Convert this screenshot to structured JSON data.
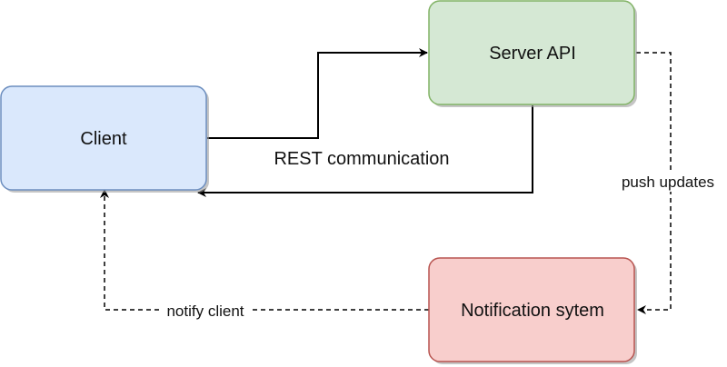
{
  "nodes": {
    "client": {
      "label": "Client",
      "fill": "#dae8fc",
      "stroke": "#6c8ebf"
    },
    "server_api": {
      "label": "Server API",
      "fill": "#d5e8d4",
      "stroke": "#82b366"
    },
    "notification_system": {
      "label": "Notification sytem",
      "fill": "#f8cecc",
      "stroke": "#b85450"
    }
  },
  "edges": {
    "rest": {
      "label": "REST communication",
      "style": "solid"
    },
    "push": {
      "label": "push updates",
      "style": "dashed"
    },
    "notify": {
      "label": "notify client",
      "style": "dashed"
    }
  },
  "colors": {
    "line": "#000000",
    "shadow": "#9e9e9e"
  }
}
